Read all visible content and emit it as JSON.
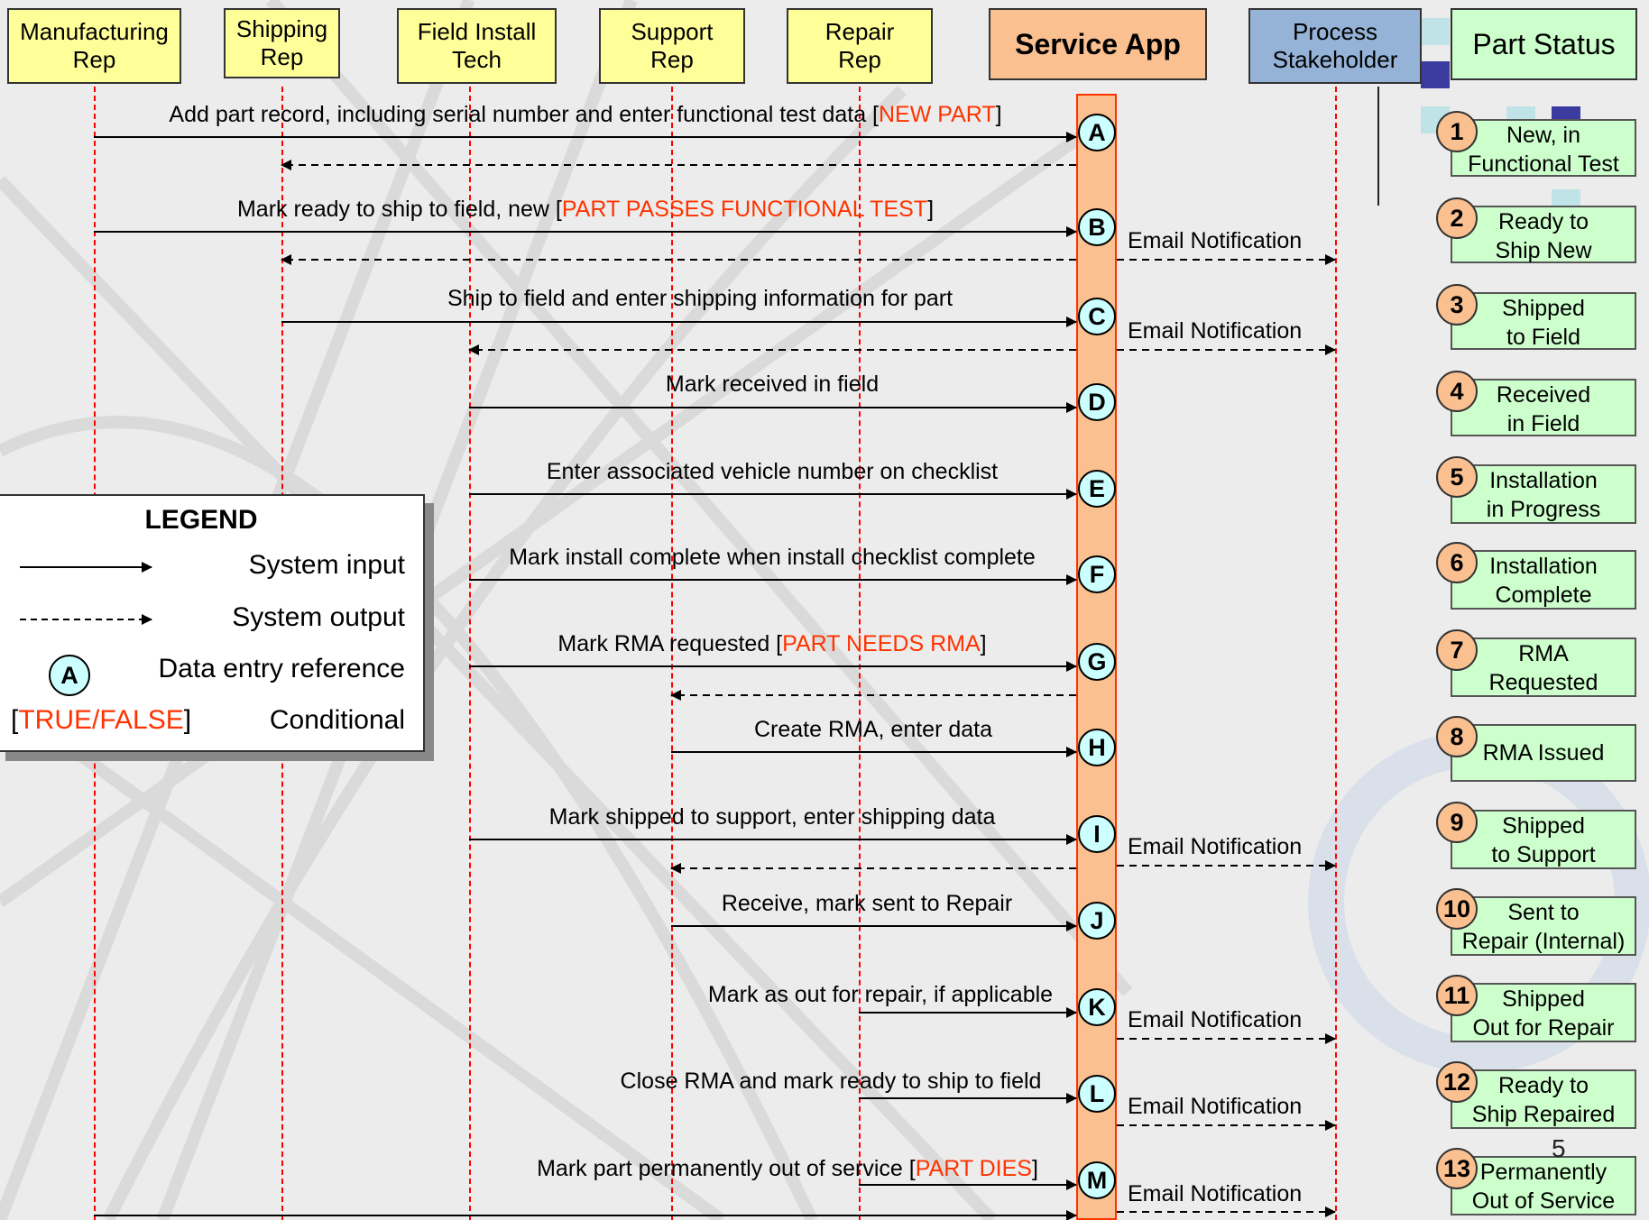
{
  "lanes": {
    "manufacturing": "Manufacturing\nRep",
    "shipping": "Shipping\nRep",
    "field_install": "Field Install\nTech",
    "support": "Support\nRep",
    "repair": "Repair\nRep",
    "service_app": "Service App",
    "process_stakeholder": "Process\nStakeholder",
    "part_status": "Part Status"
  },
  "steps": [
    {
      "letter": "A",
      "pre": "Add part record, including serial number and enter functional test data [",
      "condition": "NEW PART",
      "post": "]"
    },
    {
      "letter": "B",
      "pre": "Mark ready to ship to field, new [",
      "condition": "PART PASSES FUNCTIONAL TEST",
      "post": "]"
    },
    {
      "letter": "C",
      "pre": "Ship to field and enter shipping information for part",
      "condition": "",
      "post": ""
    },
    {
      "letter": "D",
      "pre": "Mark received in field",
      "condition": "",
      "post": ""
    },
    {
      "letter": "E",
      "pre": "Enter associated vehicle number on checklist",
      "condition": "",
      "post": ""
    },
    {
      "letter": "F",
      "pre": "Mark install complete when install checklist complete",
      "condition": "",
      "post": ""
    },
    {
      "letter": "G",
      "pre": "Mark RMA requested [",
      "condition": "PART NEEDS RMA",
      "post": "]"
    },
    {
      "letter": "H",
      "pre": "Create RMA, enter data",
      "condition": "",
      "post": ""
    },
    {
      "letter": "I",
      "pre": "Mark shipped to support, enter shipping data",
      "condition": "",
      "post": ""
    },
    {
      "letter": "J",
      "pre": "Receive, mark sent to Repair",
      "condition": "",
      "post": ""
    },
    {
      "letter": "K",
      "pre": "Mark as out for repair, if applicable",
      "condition": "",
      "post": ""
    },
    {
      "letter": "L",
      "pre": "Close RMA and mark ready to ship to field",
      "condition": "",
      "post": ""
    },
    {
      "letter": "M",
      "pre": "Mark part permanently out of service  [",
      "condition": "PART DIES",
      "post": "]"
    }
  ],
  "email_notification": "Email Notification",
  "status_items": [
    {
      "num": "1",
      "label": "New, in\nFunctional Test"
    },
    {
      "num": "2",
      "label": "Ready to\nShip New"
    },
    {
      "num": "3",
      "label": "Shipped\nto Field"
    },
    {
      "num": "4",
      "label": "Received\nin Field"
    },
    {
      "num": "5",
      "label": "Installation\nin Progress"
    },
    {
      "num": "6",
      "label": "Installation\nComplete"
    },
    {
      "num": "7",
      "label": "RMA\nRequested"
    },
    {
      "num": "8",
      "label": "RMA Issued"
    },
    {
      "num": "9",
      "label": "Shipped\nto Support"
    },
    {
      "num": "10",
      "label": "Sent to\nRepair (Internal)"
    },
    {
      "num": "11",
      "label": "Shipped\nOut for Repair"
    },
    {
      "num": "12",
      "label": "Ready to\nShip Repaired"
    },
    {
      "num": "13",
      "label": "Permanently\nOut of Service"
    }
  ],
  "legend": {
    "title": "LEGEND",
    "system_input": "System input",
    "system_output": "System output",
    "data_entry_letter": "A",
    "data_entry_reference": "Data entry reference",
    "conditional_open": "[",
    "conditional_example": "TRUE/FALSE",
    "conditional_close": "]",
    "conditional": "Conditional"
  },
  "page_number": "5",
  "colors": {
    "lane_actor": "#ffff99",
    "service_app": "#fac090",
    "process_stakeholder": "#95b3d7",
    "status": "#ccffcc",
    "step_circle": "#ccffff",
    "condition_text": "#ff3300",
    "lifeline": "#ff0000"
  }
}
